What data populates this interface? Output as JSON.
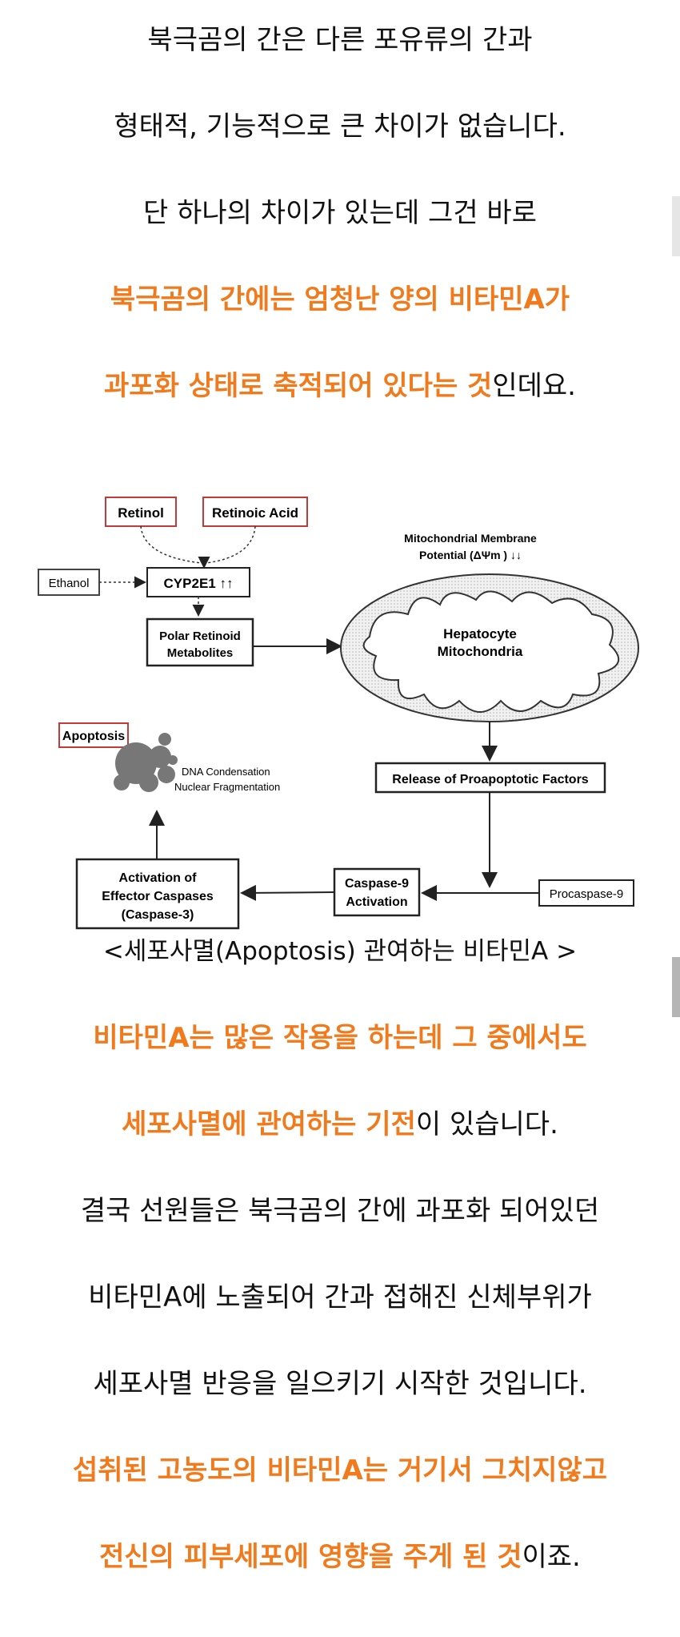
{
  "paragraphs": {
    "p1": "북극곰의 간은 다른 포유류의 간과",
    "p2": "형태적, 기능적으로 큰 차이가 없습니다.",
    "p3": "단 하나의 차이가 있는데 그건 바로",
    "p4": "북극곰의 간에는 엄청난 양의 비타민A가",
    "p5_highlight": "과포화 상태로 축적되어 있다는 것",
    "p5_rest": "인데요."
  },
  "diagram": {
    "retinol": "Retinol",
    "retinoic_acid": "Retinoic Acid",
    "ethanol": "Ethanol",
    "cyp2e1": "CYP2E1 ↑↑",
    "polar_line1": "Polar Retinoid",
    "polar_line2": "Metabolites",
    "mmp_line1": "Mitochondrial Membrane",
    "mmp_line2": "Potential (ΔΨm ) ↓↓",
    "mito_line1": "Hepatocyte",
    "mito_line2": "Mitochondria",
    "release": "Release of Proapoptotic Factors",
    "apoptosis": "Apoptosis",
    "dna_line1": "DNA Condensation",
    "dna_line2": "Nuclear Fragmentation",
    "casp9_line1": "Caspase-9",
    "casp9_line2": "Activation",
    "procasp": "Procaspase-9",
    "effector_line1": "Activation of",
    "effector_line2": "Effector Caspases",
    "effector_line3": "(Caspase-3)"
  },
  "caption": "<세포사멸(Apoptosis) 관여하는 비타민A >",
  "paragraphs2": {
    "p6": "비타민A는 많은 작용을 하는데 그 중에서도",
    "p7_highlight": "세포사멸에 관여하는 기전",
    "p7_rest": "이 있습니다.",
    "p8": "결국 선원들은 북극곰의 간에 과포화 되어있던",
    "p9": "비타민A에 노출되어 간과 접해진 신체부위가",
    "p10": "세포사멸 반응을 일으키기 시작한 것입니다.",
    "p11": "섭취된 고농도의 비타민A는 거기서 그치지않고",
    "p12_highlight": "전신의 피부세포에 영향을 주게 된 것",
    "p12_rest": "이죠."
  },
  "colors": {
    "highlight": "#f07a1c",
    "text": "#111111",
    "red_box": "#c23b3b"
  }
}
